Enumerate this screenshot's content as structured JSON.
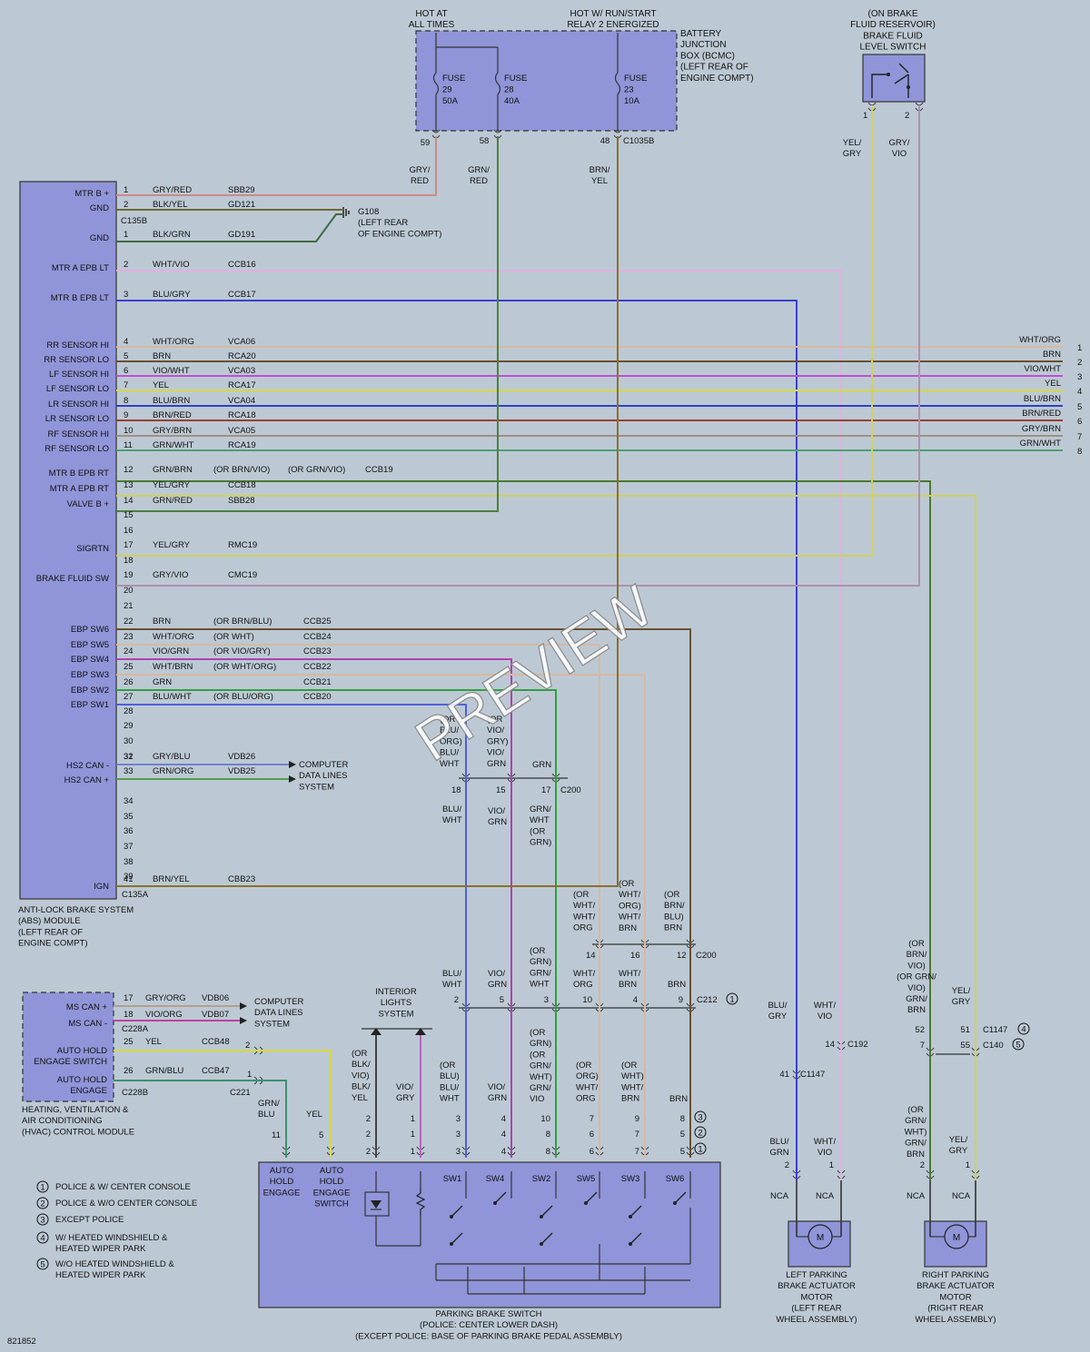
{
  "diagram_id": "821852",
  "colors": {
    "gry_red": "#c98a8a",
    "blk_yel": "#6d6a35",
    "blk_grn": "#3f6a3f",
    "wht_vio": "#e0b0e0",
    "blu_gry": "#3a3fd0",
    "wht_org": "#d8b8a0",
    "brn": "#6a5030",
    "vio_wht": "#c050d0",
    "yel": "#d8d840",
    "blu_brn": "#3040c0",
    "brn_red": "#9a4030",
    "gry_brn": "#a09080",
    "grn_wht": "#50a070",
    "grn_brn": "#4a7a30",
    "yel_gry": "#d0d060",
    "grn_red": "#4a8040",
    "grn": "#30a040",
    "gry_blu": "#7080d0",
    "grn_org": "#50a050",
    "brn_yel": "#8a7030",
    "gry_vio": "#b090b0",
    "blu_wht": "#5060e0",
    "vio_grn": "#b040b0",
    "gry_org": "#b0a090",
    "vio_org": "#c040a0",
    "grn_blu": "#409070",
    "vio_gry": "#c060c0",
    "blk_yel2": "#444444"
  },
  "top": {
    "hot_at_all_times": [
      "HOT AT",
      "ALL TIMES"
    ],
    "hot_run_start": [
      "HOT W/ RUN/START",
      "RELAY 2 ENERGIZED"
    ],
    "bjb": [
      "BATTERY",
      "JUNCTION",
      "BOX (BCMC)",
      "(LEFT REAR OF",
      "ENGINE COMPT)"
    ],
    "fuses": [
      {
        "lines": [
          "FUSE",
          "29",
          "50A"
        ]
      },
      {
        "lines": [
          "FUSE",
          "28",
          "40A"
        ]
      },
      {
        "lines": [
          "FUSE",
          "23",
          "10A"
        ]
      }
    ],
    "bjb_pins": [
      "59",
      "58",
      "48",
      "C1035B"
    ],
    "wire_top_labels": [
      [
        "GRY/",
        "RED"
      ],
      [
        "GRN/",
        "RED"
      ],
      [
        "BRN/",
        "YEL"
      ]
    ],
    "fluid_switch": [
      "(ON BRAKE",
      "FLUID RESERVOIR)",
      "BRAKE FLUID",
      "LEVEL SWITCH"
    ],
    "fluid_pins": [
      "1",
      "2"
    ],
    "fluid_wire_labels": [
      [
        "YEL/",
        "GRY"
      ],
      [
        "GRY/",
        "VIO"
      ]
    ]
  },
  "abs": {
    "pins_left": [
      {
        "label": "MTR B +",
        "pin": "1",
        "color": "GRY/RED",
        "circuit": "SBB29"
      },
      {
        "label": "GND",
        "pin": "2",
        "color": "BLK/YEL",
        "circuit": "GD121"
      },
      {
        "label": "GND",
        "pin": "1",
        "color": "BLK/GRN",
        "circuit": "GD191"
      },
      {
        "label": "MTR A EPB LT",
        "pin": "2",
        "color": "WHT/VIO",
        "circuit": "CCB16"
      },
      {
        "label": "MTR B EPB LT",
        "pin": "3",
        "color": "BLU/GRY",
        "circuit": "CCB17"
      }
    ],
    "c135b": "C135B",
    "ground": [
      "G108",
      "(LEFT REAR",
      "OF ENGINE COMPT)"
    ],
    "sensors": [
      {
        "label": "RR SENSOR HI",
        "pin": "4",
        "color": "WHT/ORG",
        "circuit": "VCA06",
        "right": "WHT/ORG",
        "num": "1"
      },
      {
        "label": "RR SENSOR LO",
        "pin": "5",
        "color": "BRN",
        "circuit": "RCA20",
        "right": "BRN",
        "num": "2"
      },
      {
        "label": "LF SENSOR HI",
        "pin": "6",
        "color": "VIO/WHT",
        "circuit": "VCA03",
        "right": "VIO/WHT",
        "num": "3"
      },
      {
        "label": "LF SENSOR LO",
        "pin": "7",
        "color": "YEL",
        "circuit": "RCA17",
        "right": "YEL",
        "num": "4"
      },
      {
        "label": "LR SENSOR HI",
        "pin": "8",
        "color": "BLU/BRN",
        "circuit": "VCA04",
        "right": "BLU/BRN",
        "num": "5"
      },
      {
        "label": "LR SENSOR LO",
        "pin": "9",
        "color": "BRN/RED",
        "circuit": "RCA18",
        "right": "BRN/RED",
        "num": "6"
      },
      {
        "label": "RF SENSOR HI",
        "pin": "10",
        "color": "GRY/BRN",
        "circuit": "VCA05",
        "right": "GRY/BRN",
        "num": "7"
      },
      {
        "label": "RF SENSOR LO",
        "pin": "11",
        "color": "GRN/WHT",
        "circuit": "RCA19",
        "right": "GRN/WHT",
        "num": "8"
      }
    ],
    "mid": [
      {
        "label": "MTR B EPB RT",
        "pin": "12",
        "color": "GRN/BRN",
        "alt1": "(OR BRN/VIO)",
        "alt2": "(OR GRN/VIO)",
        "circuit": "CCB19"
      },
      {
        "label": "MTR A EPB RT",
        "pin": "13",
        "color": "YEL/GRY",
        "circuit": "CCB18"
      },
      {
        "label": "VALVE B +",
        "pin": "14",
        "color": "GRN/RED",
        "circuit": "SBB28"
      },
      {
        "label": "",
        "pin": "15"
      },
      {
        "label": "",
        "pin": "16"
      },
      {
        "label": "SIGRTN",
        "pin": "17",
        "color": "YEL/GRY",
        "circuit": "RMC19"
      },
      {
        "label": "",
        "pin": "18"
      },
      {
        "label": "BRAKE FLUID SW",
        "pin": "19",
        "color": "GRY/VIO",
        "circuit": "CMC19"
      },
      {
        "label": "",
        "pin": "20"
      },
      {
        "label": "",
        "pin": "21"
      }
    ],
    "ebp": [
      {
        "label": "EBP SW6",
        "pin": "22",
        "color": "BRN",
        "alt": "(OR BRN/BLU)",
        "circuit": "CCB25"
      },
      {
        "label": "EBP SW5",
        "pin": "23",
        "color": "WHT/ORG",
        "alt": "(OR WHT)",
        "circuit": "CCB24"
      },
      {
        "label": "EBP SW4",
        "pin": "24",
        "color": "VIO/GRN",
        "alt": "(OR VIO/GRY)",
        "circuit": "CCB23"
      },
      {
        "label": "EBP SW3",
        "pin": "25",
        "color": "WHT/BRN",
        "alt": "(OR WHT/ORG)",
        "circuit": "CCB22"
      },
      {
        "label": "EBP SW2",
        "pin": "26",
        "color": "GRN",
        "alt": "",
        "circuit": "CCB21"
      },
      {
        "label": "EBP SW1",
        "pin": "27",
        "color": "BLU/WHT",
        "alt": "(OR BLU/ORG)",
        "circuit": "CCB20"
      }
    ],
    "lower_pins": [
      "28",
      "29",
      "30",
      "31",
      "32",
      "33",
      "34",
      "35",
      "36",
      "37",
      "38",
      "39",
      "40",
      "41"
    ],
    "hs2": [
      {
        "label": "HS2 CAN -",
        "pin": "32",
        "color": "GRY/BLU",
        "circuit": "VDB26"
      },
      {
        "label": "HS2 CAN +",
        "pin": "33",
        "color": "GRN/ORG",
        "circuit": "VDB25"
      }
    ],
    "cdl": [
      "COMPUTER",
      "DATA LINES",
      "SYSTEM"
    ],
    "ign": {
      "label": "IGN",
      "pin": "41",
      "color": "BRN/YEL",
      "circuit": "CBB23"
    },
    "c135a": "C135A",
    "name": [
      "ANTI-LOCK BRAKE SYSTEM",
      "(ABS) MODULE",
      "(LEFT REAR OF",
      "ENGINE COMPT)"
    ]
  },
  "c200": {
    "top_labels": [
      [
        "(OR",
        "BLU/",
        "ORG)",
        "BLU/",
        "WHT"
      ],
      [
        "(OR",
        "VIO/",
        "GRY)",
        "VIO/",
        "GRN"
      ],
      [
        "GRN"
      ]
    ],
    "pins": [
      "18",
      "15",
      "17"
    ],
    "conn": "C200",
    "below_labels": [
      [
        "BLU/",
        "WHT"
      ],
      [
        "VIO/",
        "GRN"
      ],
      [
        "GRN/",
        "WHT",
        "(OR",
        "GRN)"
      ]
    ],
    "right_labels": [
      [
        "(OR",
        "WHT/",
        "WHT/",
        "ORG"
      ],
      [
        "(OR",
        "WHT/",
        "ORG)",
        "WHT/",
        "BRN"
      ],
      [
        "(OR",
        "BRN/",
        "BLU)",
        "BRN"
      ]
    ],
    "right_pins": [
      "14",
      "16",
      "12"
    ],
    "conn2": "C200"
  },
  "c212": {
    "labels": [
      [
        "BLU/",
        "WHT"
      ],
      [
        "VIO/",
        "GRN"
      ],
      [
        "(OR",
        "GRN)",
        "GRN/",
        "WHT"
      ],
      [
        "WHT/",
        "ORG"
      ],
      [
        "WHT/",
        "BRN"
      ],
      [
        "BRN"
      ]
    ],
    "pins": [
      "2",
      "5",
      "3",
      "10",
      "4",
      "9"
    ],
    "conn": "C212"
  },
  "hvac": {
    "rows": [
      {
        "label": "MS CAN +",
        "pin": "17",
        "color": "GRY/ORG",
        "circuit": "VDB06"
      },
      {
        "label": "MS CAN -",
        "pin": "18",
        "color": "VIO/ORG",
        "circuit": "VDB07"
      },
      {
        "label": "AUTO HOLD",
        "label2": "ENGAGE SWITCH",
        "pin": "25",
        "color": "YEL",
        "circuit": "CCB48"
      },
      {
        "label": "AUTO HOLD",
        "label2": "ENGAGE",
        "pin": "26",
        "color": "GRN/BLU",
        "circuit": "CCB47"
      }
    ],
    "c228a": "C228A",
    "c228b": "C228B",
    "c221": "C221",
    "pin2": "2",
    "pin1": "1",
    "cdl": [
      "COMPUTER",
      "DATA LINES",
      "SYSTEM"
    ],
    "name": [
      "HEATING, VENTILATION &",
      "AIR CONDITIONING",
      "(HVAC) CONTROL MODULE"
    ],
    "down_labels": [
      [
        "GRN/",
        "BLU"
      ],
      [
        "YEL"
      ]
    ],
    "down_pins": [
      "11",
      "5"
    ]
  },
  "interior": [
    "INTERIOR",
    "LIGHTS",
    "SYSTEM"
  ],
  "switch_wires": {
    "upper": [
      [
        "(OR",
        "BLK/",
        "VIO)",
        "BLK/",
        "YEL"
      ],
      [
        "VIO/",
        "GRY"
      ],
      [
        "(OR",
        "BLU)",
        "BLU/",
        "WHT"
      ],
      [
        "VIO/",
        "GRN"
      ],
      [
        "(OR",
        "GRN)",
        "(OR",
        "GRN/",
        "WHT)",
        "GRN/",
        "VIO"
      ],
      [
        "(OR",
        "ORG)",
        "WHT/",
        "ORG"
      ],
      [
        "(OR",
        "WHT)",
        "WHT/",
        "BRN"
      ],
      [
        "BRN"
      ]
    ],
    "rowA": [
      "2",
      "1",
      "3",
      "4",
      "10",
      "7",
      "9",
      "8"
    ],
    "rowB": [
      "2",
      "1",
      "3",
      "4",
      "8",
      "6",
      "7",
      "5"
    ],
    "rowC": [
      "2",
      "1",
      "3",
      "4",
      "8",
      "6",
      "7",
      "5"
    ],
    "cmarks": [
      "3",
      "2",
      "1"
    ]
  },
  "pbs": {
    "auto_hold": [
      "AUTO",
      "HOLD",
      "ENGAGE"
    ],
    "auto_hold_sw": [
      "AUTO",
      "HOLD",
      "ENGAGE",
      "SWITCH"
    ],
    "sws": [
      "SW1",
      "SW4",
      "SW2",
      "SW5",
      "SW3",
      "SW6"
    ],
    "name": [
      "PARKING BRAKE SWITCH",
      "(POLICE: CENTER LOWER DASH)",
      "(EXCEPT POLICE: BASE OF PARKING BRAKE PEDAL ASSEMBLY)"
    ]
  },
  "legend": [
    {
      "n": "1",
      "t": "POLICE & W/ CENTER CONSOLE"
    },
    {
      "n": "2",
      "t": "POLICE & W/O CENTER CONSOLE"
    },
    {
      "n": "3",
      "t": "EXCEPT POLICE"
    },
    {
      "n": "4",
      "t": "W/ HEATED WINDSHIELD &",
      "t2": "HEATED WIPER PARK"
    },
    {
      "n": "5",
      "t": "W/O HEATED WINDSHIELD &",
      "t2": "HEATED WIPER PARK"
    }
  ],
  "motors": {
    "left": {
      "upper": [
        [
          "BLU/",
          "GRY"
        ],
        [
          "WHT/",
          "VIO"
        ]
      ],
      "c192": [
        "14",
        "C192"
      ],
      "c1147": [
        "41",
        "C1147"
      ],
      "lower": [
        [
          "BLU/",
          "GRN"
        ],
        [
          "WHT/",
          "VIO"
        ]
      ],
      "pins": [
        "2",
        "1"
      ],
      "nca": [
        "NCA",
        "NCA"
      ],
      "m": "M",
      "name": [
        "LEFT PARKING",
        "BRAKE ACTUATOR",
        "MOTOR",
        "(LEFT REAR",
        "WHEEL ASSEMBLY)"
      ]
    },
    "right": {
      "upper": [
        [
          "(OR",
          "BRN/",
          "VIO)",
          "(OR GRN/",
          "VIO)",
          "GRN/",
          "BRN"
        ],
        [
          "YEL/",
          "GRY"
        ]
      ],
      "pins_top": [
        "52",
        "51",
        "C1147"
      ],
      "pins_mid": [
        "7",
        "55",
        "C140"
      ],
      "circ": [
        "4",
        "5"
      ],
      "lower": [
        [
          "(OR",
          "GRN/",
          "WHT)",
          "GRN/",
          "BRN"
        ],
        [
          "YEL/",
          "GRY"
        ]
      ],
      "pins": [
        "2",
        "1"
      ],
      "nca": [
        "NCA",
        "NCA"
      ],
      "m": "M",
      "name": [
        "RIGHT PARKING",
        "BRAKE ACTUATOR",
        "MOTOR",
        "(RIGHT REAR",
        "WHEEL ASSEMBLY)"
      ]
    }
  },
  "watermark": "PREVIEW"
}
